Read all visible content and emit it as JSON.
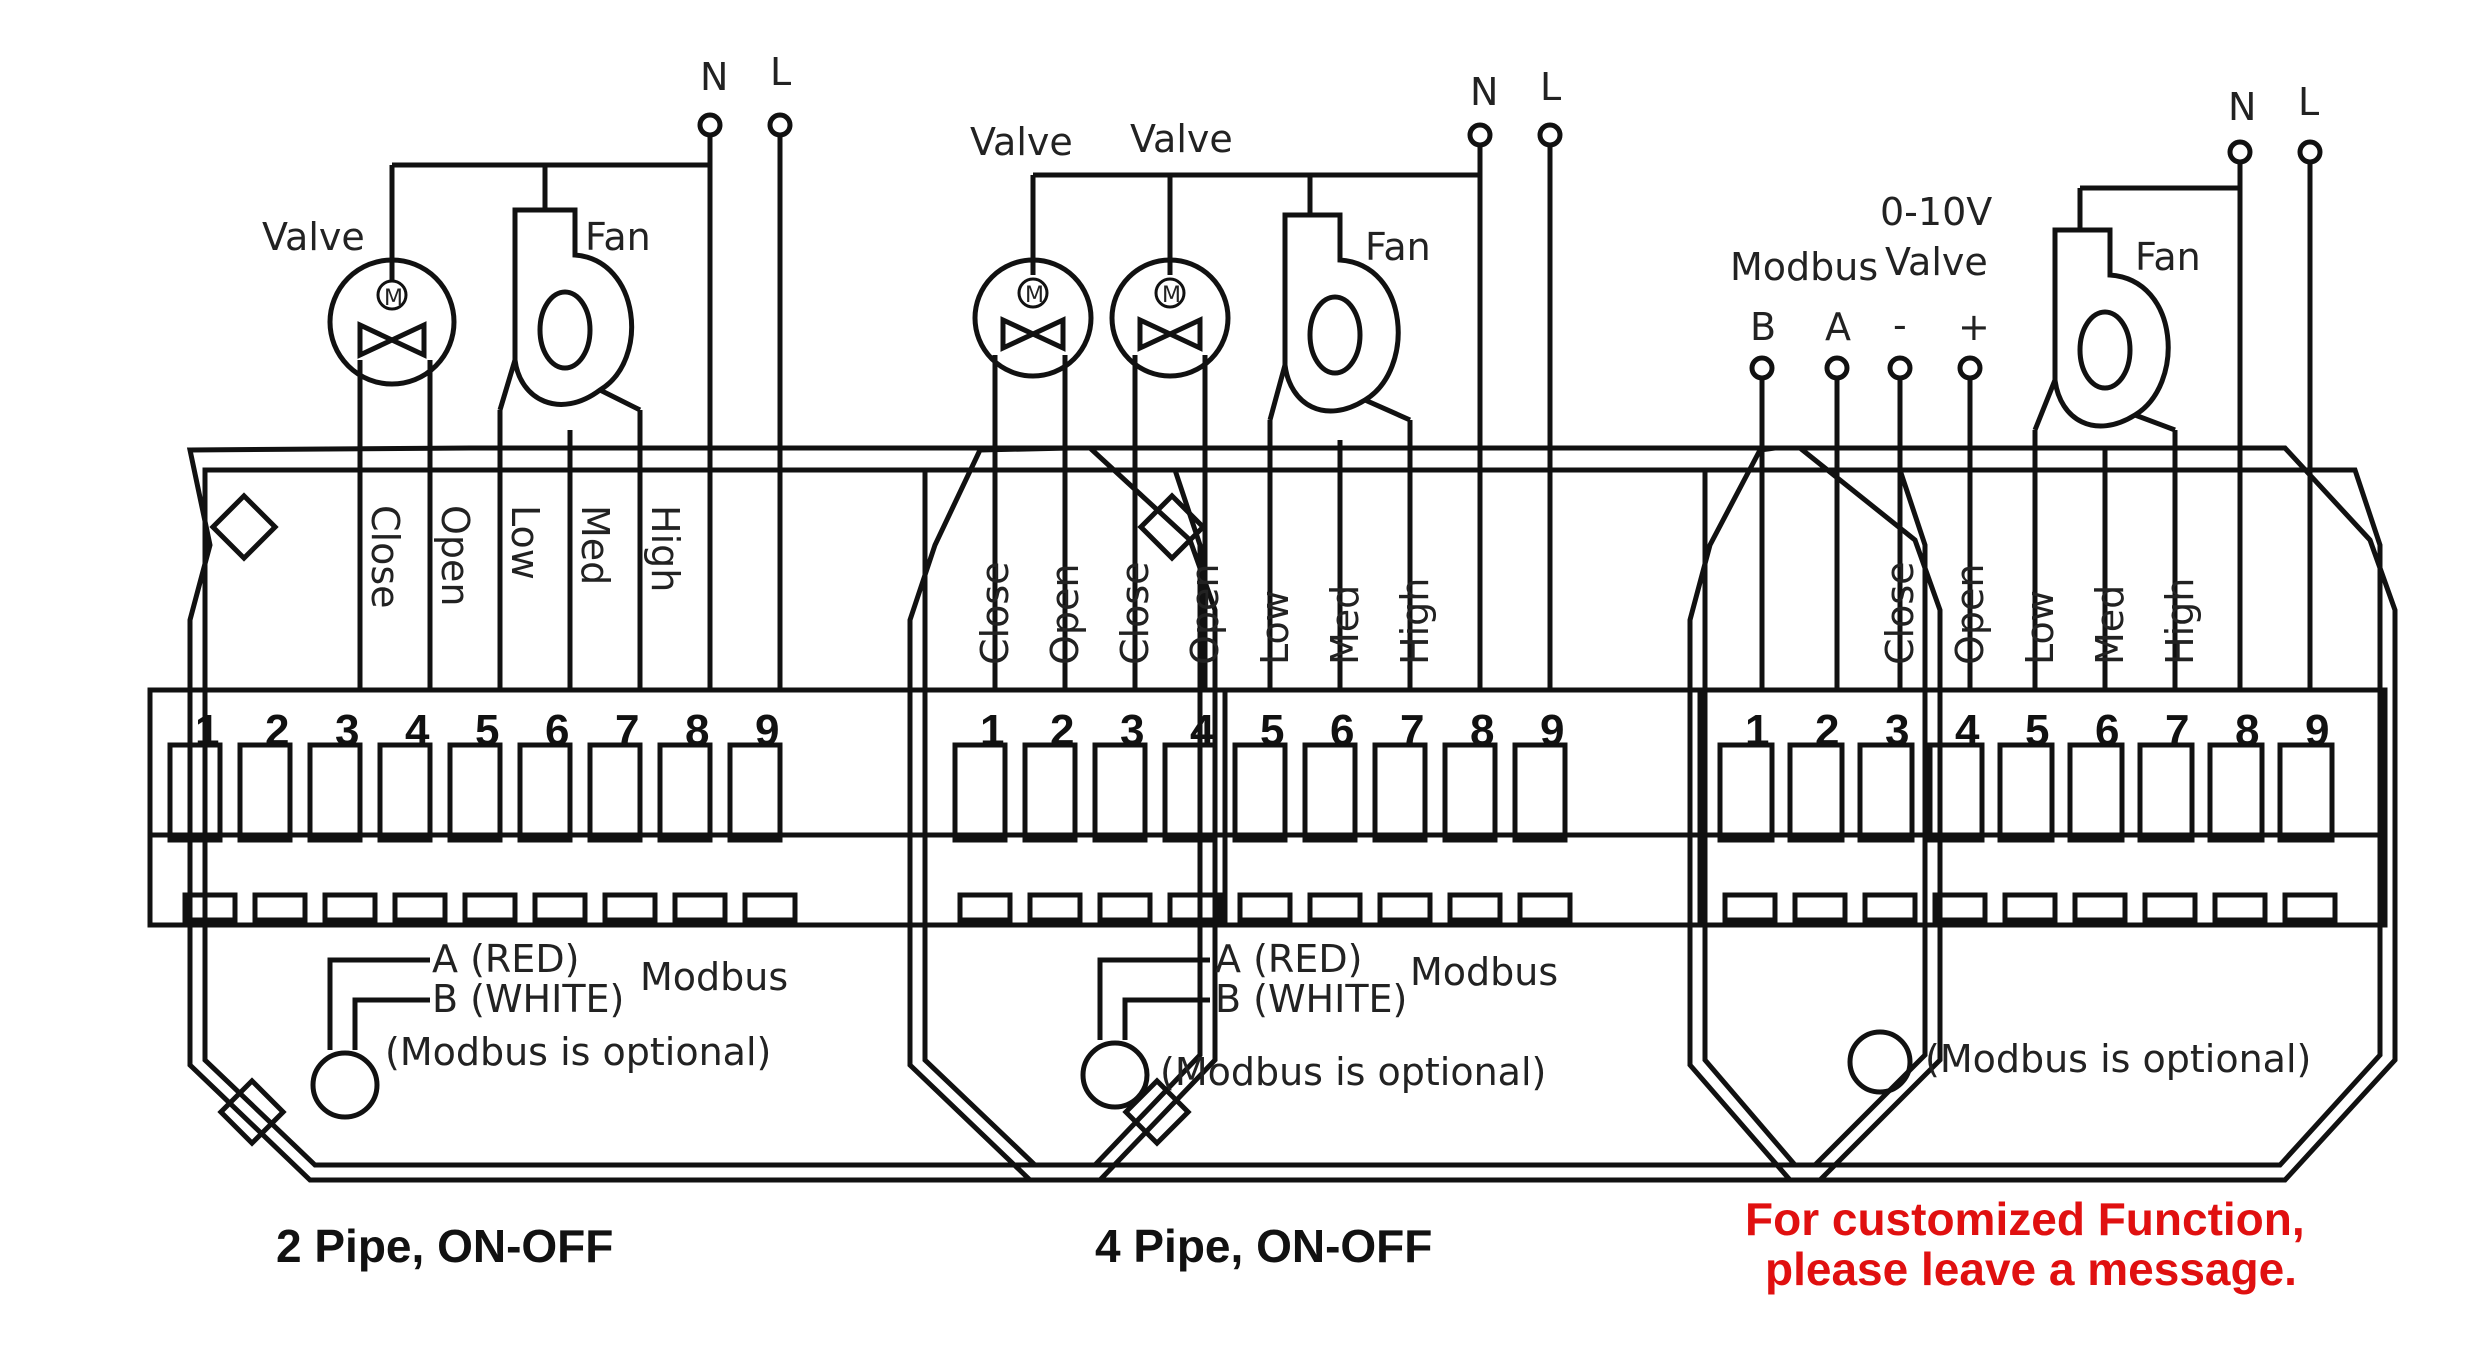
{
  "diagrams": [
    {
      "caption": "2 Pipe, ON-OFF",
      "supply": [
        "N",
        "L"
      ],
      "valve_label": "Valve",
      "fan_label": "Fan",
      "motor_letter": "M",
      "terminal_labels": [
        "Close",
        "Open",
        "Low",
        "Med",
        "High"
      ],
      "terminals": [
        "1",
        "2",
        "3",
        "4",
        "5",
        "6",
        "7",
        "8",
        "9"
      ],
      "modbus": {
        "a": "A (RED)",
        "b": "B (WHITE)",
        "title": "Modbus",
        "note": "(Modbus is optional)"
      }
    },
    {
      "caption": "4 Pipe, ON-OFF",
      "supply": [
        "N",
        "L"
      ],
      "valve_labels": [
        "Valve",
        "Valve"
      ],
      "fan_label": "Fan",
      "motor_letter": "M",
      "terminal_labels": [
        "Close",
        "Open",
        "Close",
        "Open",
        "Low",
        "Med",
        "High"
      ],
      "terminals": [
        "1",
        "2",
        "3",
        "4",
        "5",
        "6",
        "7",
        "8",
        "9"
      ],
      "modbus": {
        "a": "A (RED)",
        "b": "B (WHITE)",
        "title": "Modbus",
        "note": "(Modbus is optional)"
      }
    },
    {
      "caption_lines": [
        "For customized Function,",
        "please leave a message."
      ],
      "caption_color": "#e01010",
      "supply": [
        "N",
        "L"
      ],
      "modbus_label": "Modbus",
      "valve_label_lines": [
        "0-10V",
        "Valve"
      ],
      "fan_label": "Fan",
      "connectors": [
        "B",
        "A",
        "-",
        "+"
      ],
      "terminal_labels": [
        "Close",
        "Open",
        "Low",
        "Med",
        "High"
      ],
      "terminals": [
        "1",
        "2",
        "3",
        "4",
        "5",
        "6",
        "7",
        "8",
        "9"
      ],
      "modbus_note": "(Modbus is optional)"
    }
  ]
}
